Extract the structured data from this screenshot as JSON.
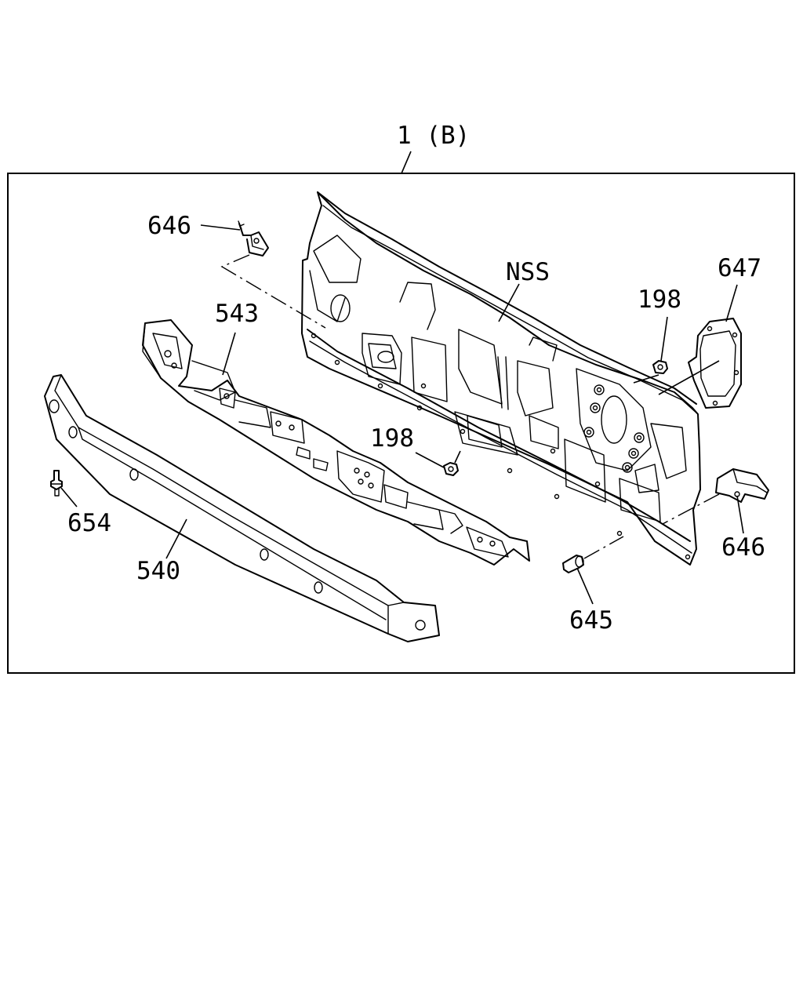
{
  "diagram": {
    "assembly_label": "1 (B)",
    "callouts": {
      "c646_top": "646",
      "c543": "543",
      "cNSS": "NSS",
      "c198_right": "198",
      "c647": "647",
      "c198_mid": "198",
      "c654": "654",
      "c540": "540",
      "c646_right": "646",
      "c645": "645"
    }
  }
}
